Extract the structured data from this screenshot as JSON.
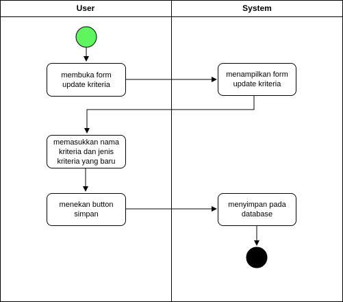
{
  "lanes": [
    {
      "id": "user",
      "title": "User"
    },
    {
      "id": "system",
      "title": "System"
    }
  ],
  "actions": [
    {
      "id": "a1",
      "lane": "user",
      "text": "membuka form update kriteria"
    },
    {
      "id": "a2",
      "lane": "system",
      "text": "menampilkan form update kriteria"
    },
    {
      "id": "a3",
      "lane": "user",
      "text": "memasukkan nama kriteria dan jenis kriteria yang baru"
    },
    {
      "id": "a4",
      "lane": "user",
      "text": "menekan button simpan"
    },
    {
      "id": "a5",
      "lane": "system",
      "text": "menyimpan pada database"
    }
  ],
  "flow": [
    [
      "start",
      "a1"
    ],
    [
      "a1",
      "a2"
    ],
    [
      "a2",
      "a3"
    ],
    [
      "a3",
      "a4"
    ],
    [
      "a4",
      "a5"
    ],
    [
      "a5",
      "end"
    ]
  ],
  "colors": {
    "start_fill": "#5ef55e",
    "end_fill": "#000000",
    "line": "#000000"
  }
}
